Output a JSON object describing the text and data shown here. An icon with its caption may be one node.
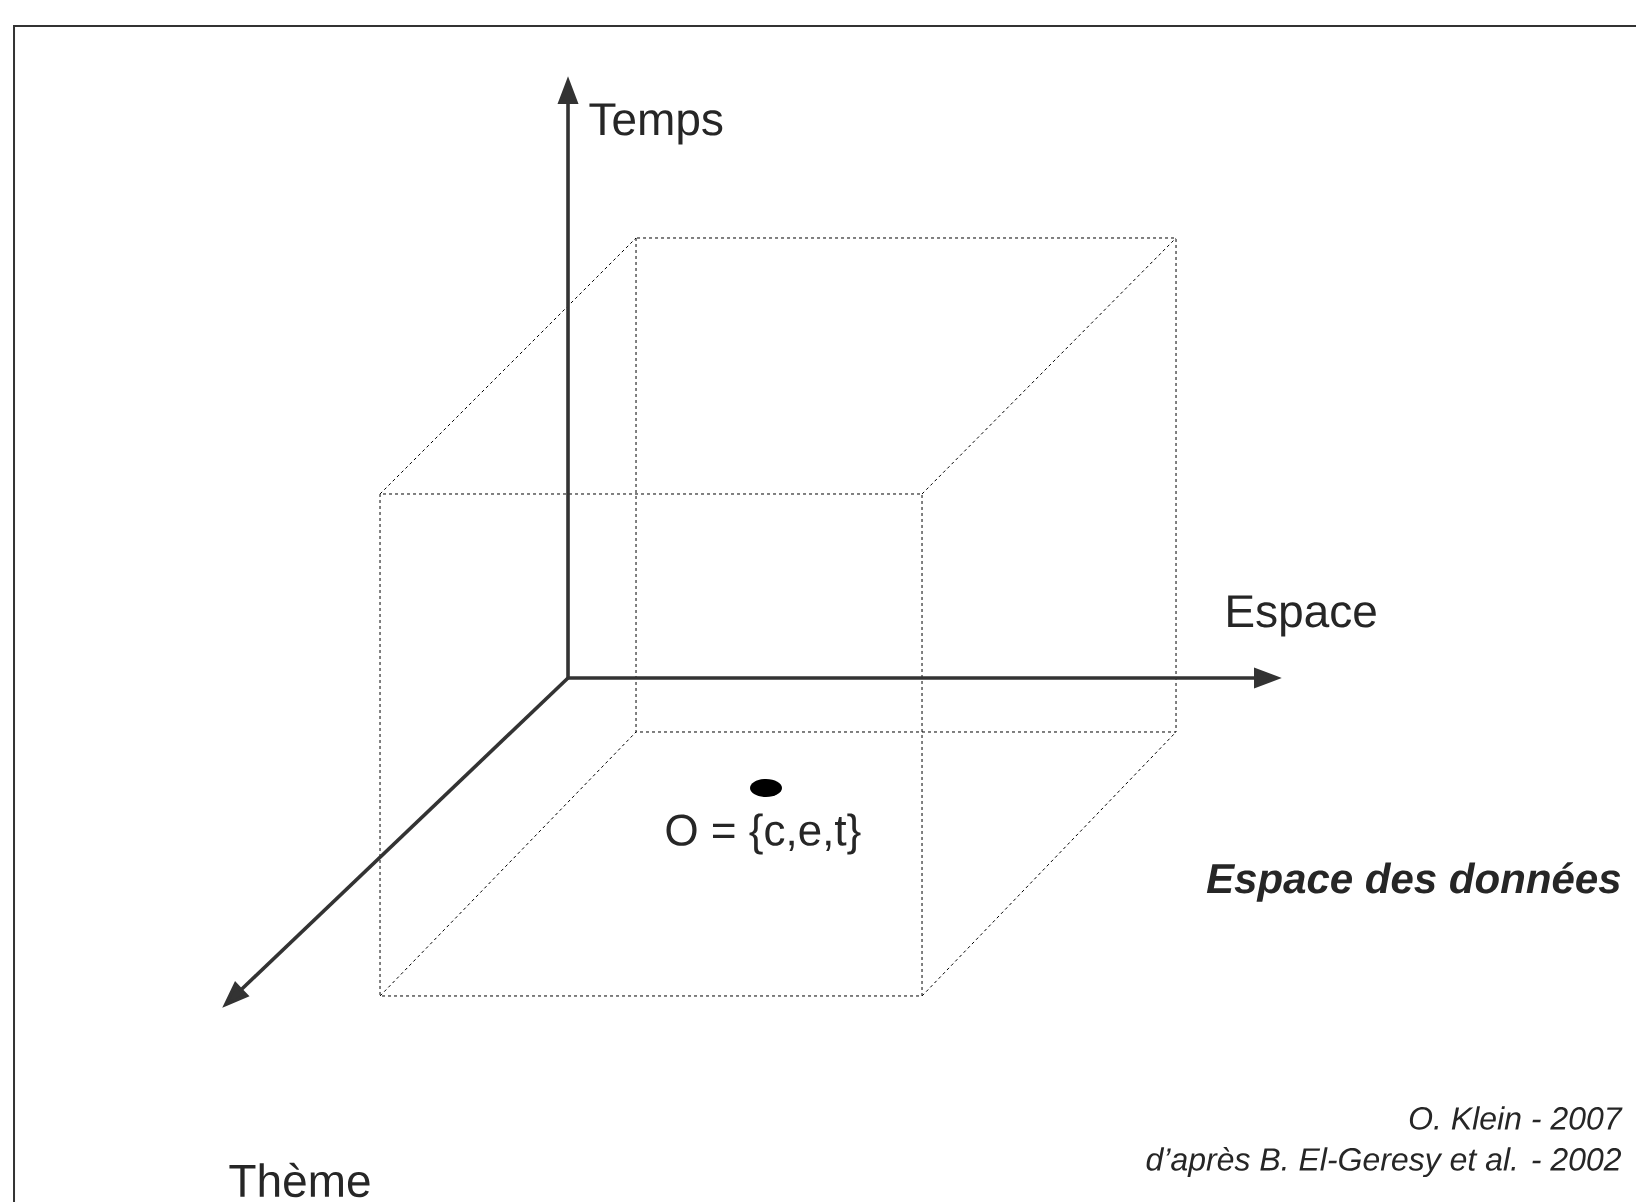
{
  "diagram": {
    "labels": [
      "Temps",
      "Espace",
      "Thème",
      "O = {c,e,t}",
      "**Espace des données**",
      "O. Klein - 2007",
      "d’après B. El-Geresy et al. - 2002"
    ]
  }
}
